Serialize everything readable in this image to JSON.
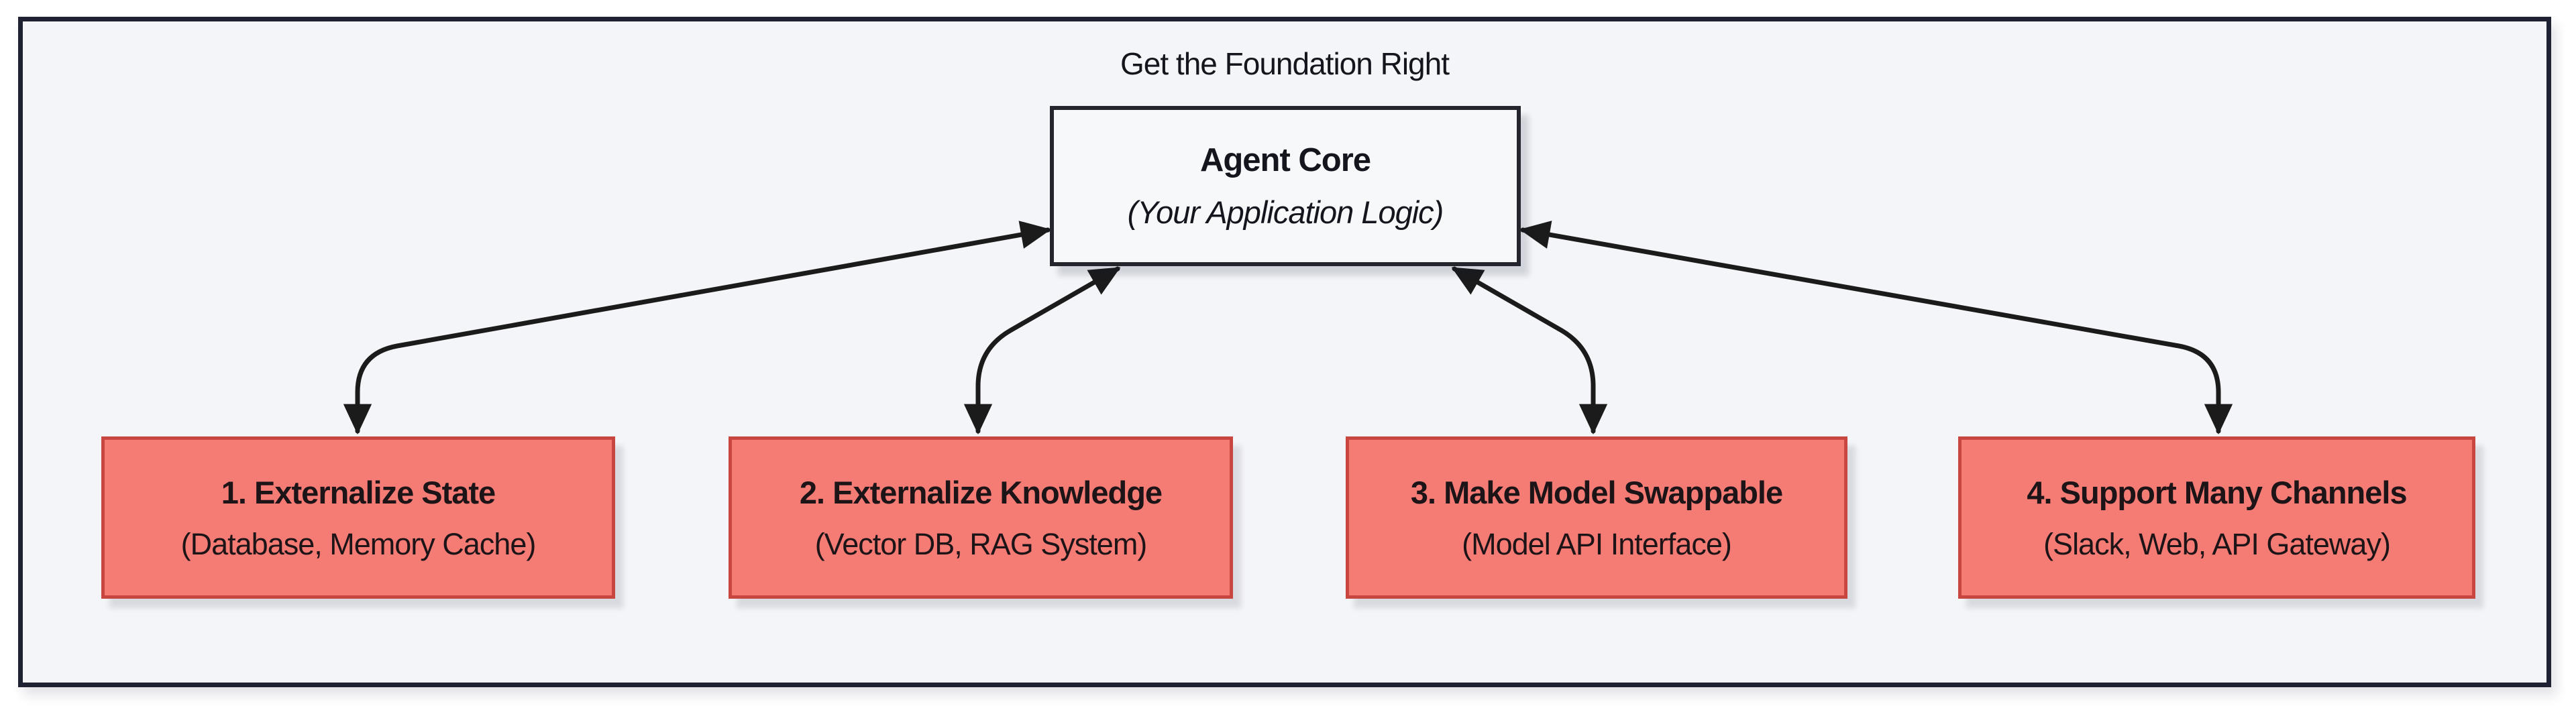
{
  "diagram": {
    "container_label": "Get the Foundation Right",
    "core": {
      "title": "Agent Core",
      "subtitle": "(Your Application Logic)"
    },
    "nodes": [
      {
        "title": "1. Externalize State",
        "subtitle": "(Database, Memory Cache)"
      },
      {
        "title": "2. Externalize Knowledge",
        "subtitle": "(Vector DB, RAG System)"
      },
      {
        "title": "3. Make Model Swappable",
        "subtitle": "(Model API Interface)"
      },
      {
        "title": "4. Support Many Channels",
        "subtitle": "(Slack, Web, API Gateway)"
      }
    ],
    "edges": [
      {
        "from": "Agent Core",
        "to": "1. Externalize State",
        "direction": "both"
      },
      {
        "from": "Agent Core",
        "to": "2. Externalize Knowledge",
        "direction": "both"
      },
      {
        "from": "Agent Core",
        "to": "3. Make Model Swappable",
        "direction": "both"
      },
      {
        "from": "Agent Core",
        "to": "4. Support Many Channels",
        "direction": "both"
      }
    ],
    "colors": {
      "container_border": "#1e2233",
      "container_bg": "#f4f5f8",
      "core_bg": "#f7f8fa",
      "core_border": "#25252d",
      "node_bg": "#f57b75",
      "node_border": "#c8463f",
      "node_text": "#1d1418",
      "title_text": "#15151d",
      "edge": "#1b1b1b"
    }
  }
}
